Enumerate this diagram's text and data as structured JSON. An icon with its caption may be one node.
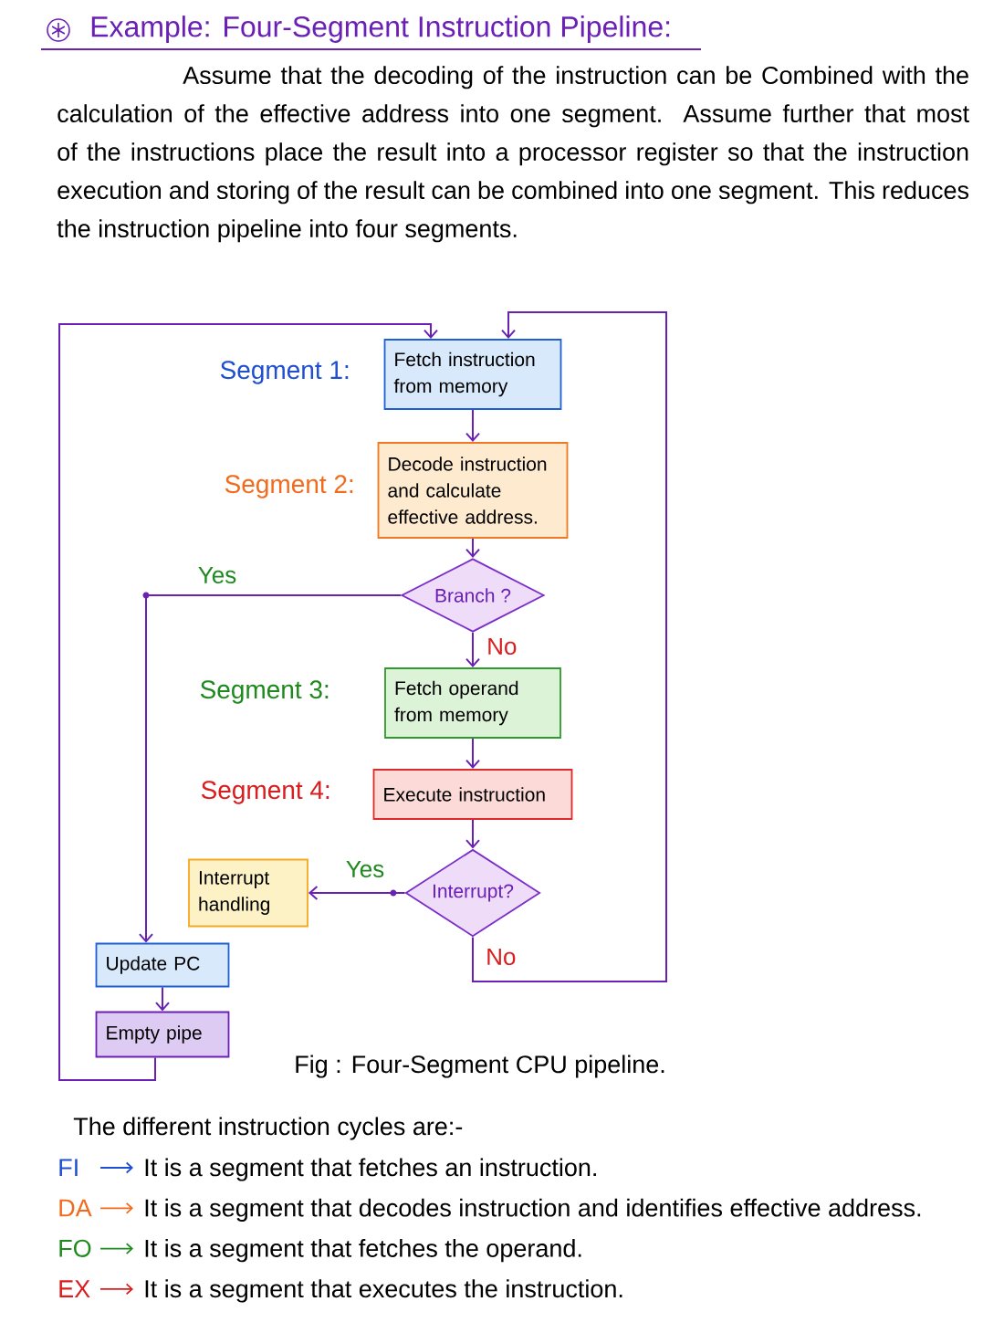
{
  "diagram": {
    "title": "Example: Four-Segment Instruction Pipeline:",
    "caption": "Fig : Four-Segment CPU pipeline.",
    "nodes": [
      {
        "text": [
          "Fetch instruction from memory"
        ],
        "beside": [
          "Segment 1:"
        ]
      },
      {
        "text": [
          "Decode instruction and calculate effective address."
        ],
        "beside": [
          "Segment 2:"
        ]
      },
      {
        "text": [
          "Branch ?"
        ]
      },
      {
        "text": [
          "Fetch operand from memory"
        ],
        "beside": [
          "Segment 3:"
        ]
      },
      {
        "text": [
          "Execute instruction"
        ],
        "beside": [
          "Segment 4:"
        ]
      },
      {
        "text": [
          "Interrupt?"
        ]
      },
      {
        "text": [
          "Interrupt handling"
        ]
      },
      {
        "text": [
          "Update PC"
        ]
      },
      {
        "text": [
          "Empty pipe"
        ]
      }
    ],
    "edges": [
      {
        "from": 0,
        "to": 1,
        "arrow": "to"
      },
      {
        "from": 1,
        "to": 2,
        "arrow": "to"
      },
      {
        "from": 2,
        "to": 3,
        "arrow": "to",
        "label": "No"
      },
      {
        "from": 3,
        "to": 4,
        "arrow": "to"
      },
      {
        "from": 4,
        "to": 5,
        "arrow": "to"
      },
      {
        "from": 2,
        "to": 7,
        "arrow": "to",
        "label": "Yes"
      },
      {
        "from": 5,
        "to": 6,
        "arrow": "to",
        "label": "Yes"
      },
      {
        "from": 7,
        "to": 8,
        "arrow": "to"
      },
      {
        "from": 8,
        "to": 0,
        "arrow": "to"
      },
      {
        "from": 5,
        "to": 0,
        "arrow": "to",
        "label": "No"
      }
    ],
    "labels": [
      "Assume that the decoding of the instruction can be Combined with the calculation of the effective address into one segment. Assume further that most of the instructions place the result into a processor register so that the instruction execution and storing of the result can be combined into one segment. This reduces the instruction pipeline into four segments.",
      "The different instruction cycles are:-",
      "FI",
      "It is a segment that fetches an instruction.",
      "DA",
      "It is a segment that decodes instruction and identifies effective address.",
      "FO",
      "It is a segment that fetches the operand.",
      "EX",
      "It is a segment that executes the instruction."
    ]
  }
}
